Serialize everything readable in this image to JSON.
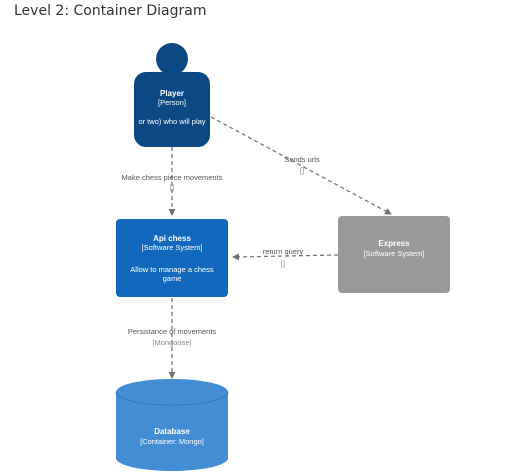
{
  "page": {
    "title": "Level 2: Container Diagram"
  },
  "colors": {
    "person": "#0b4884",
    "container": "#1168bd",
    "external": "#999999",
    "database": "#438dd5",
    "edge": "#707070"
  },
  "nodes": {
    "player": {
      "name": "Player",
      "type": "[Person]",
      "description": "or two) who will play"
    },
    "api": {
      "name": "Api chess",
      "type": "[Software System]",
      "description_line1": "Allow to manage a chess",
      "description_line2": "game"
    },
    "express": {
      "name": "Express",
      "type": "[Software System]"
    },
    "database": {
      "name": "Database",
      "type": "[Container: Mongo]"
    }
  },
  "edges": {
    "player_to_api": {
      "label": "Make chess piece movements",
      "tech": "[]"
    },
    "player_to_express": {
      "label": "Sends urls",
      "tech": "[]"
    },
    "express_to_api": {
      "label": "return query",
      "tech": "[]"
    },
    "api_to_database": {
      "label": "Persistance of movements",
      "tech": "[Mongoose]"
    }
  }
}
